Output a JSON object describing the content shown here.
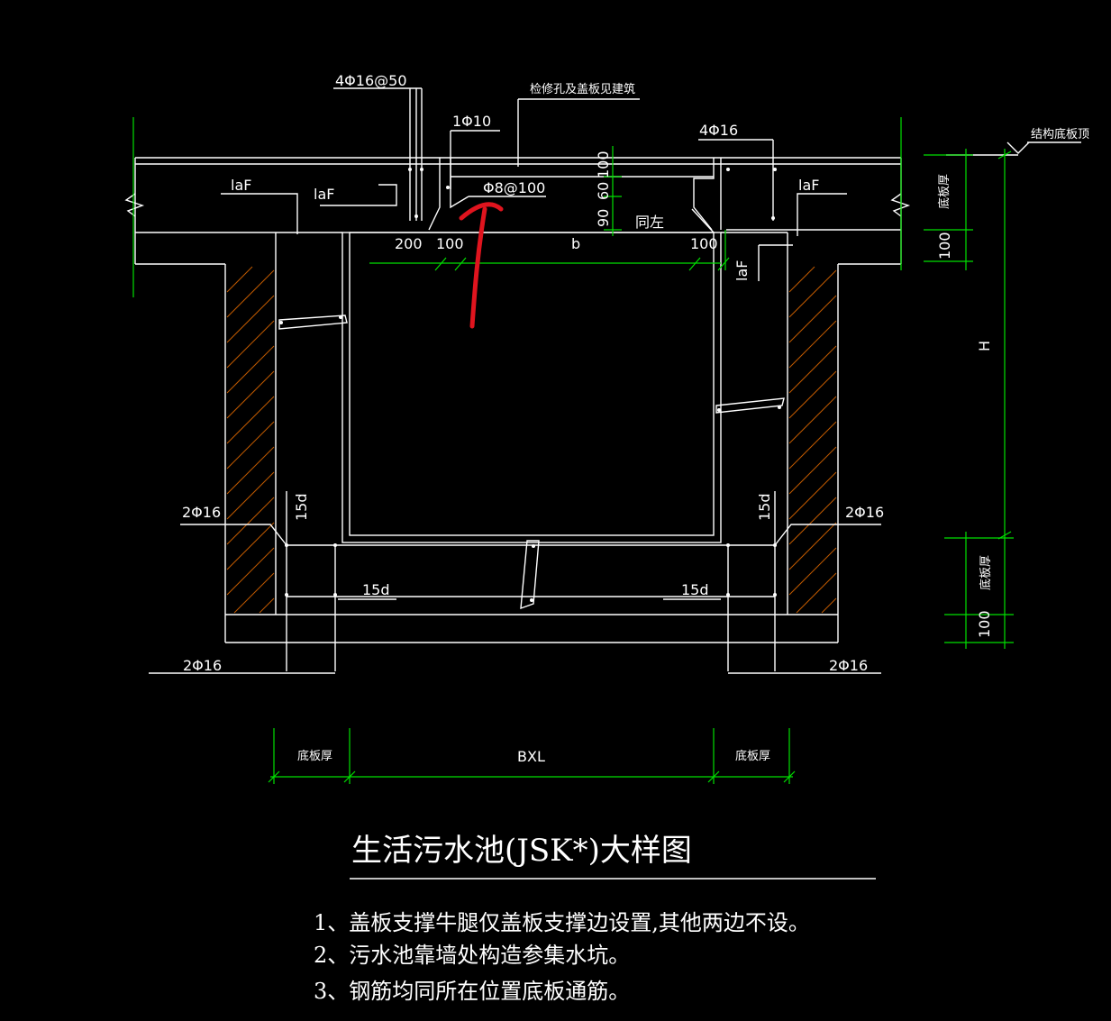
{
  "drawing": {
    "title": "生活污水池(JSK*)大样图",
    "notes": [
      "1、盖板支撑牛腿仅盖板支撑边设置,其他两边不设。",
      "2、污水池靠墙处构造参集水坑。",
      "3、钢筋均同所在位置底板通筋。"
    ],
    "rebar_labels": {
      "top_left_bars": "4Φ16@50",
      "hole_note": "检修孔及盖板见建筑",
      "single_bar": "1Φ10",
      "top_right_bars": "4Φ16",
      "slab_top_ref": "结构底板顶",
      "cover_bars": "Φ8@100",
      "left_lower_bars": "2Φ16",
      "right_lower_bars": "2Φ16",
      "left_bottom_bars": "2Φ16",
      "right_bottom_bars": "2Φ16"
    },
    "dimensions": {
      "laf_1": "laF",
      "laf_2": "laF",
      "laf_3": "laF",
      "laf_4": "laF",
      "d200": "200",
      "d100_left": "100",
      "b": "b",
      "d100_right": "100",
      "d100_top": "100",
      "d60": "60",
      "d90": "90",
      "same_left": "同左",
      "slab_thick_top": "底板厚",
      "d100_side_top": "100",
      "H": "H",
      "slab_thick_bottom": "底板厚",
      "d100_side_bottom": "100",
      "15d_1": "15d",
      "15d_2": "15d",
      "15d_3": "15d",
      "15d_4": "15d",
      "bottom_left": "底板厚",
      "bottom_mid": "BXL",
      "bottom_right": "底板厚"
    },
    "colors": {
      "background": "#000000",
      "line": "#ffffff",
      "dimension": "#00e000",
      "hatch": "#c05a00",
      "annotation_arrow": "#e0141e"
    }
  }
}
